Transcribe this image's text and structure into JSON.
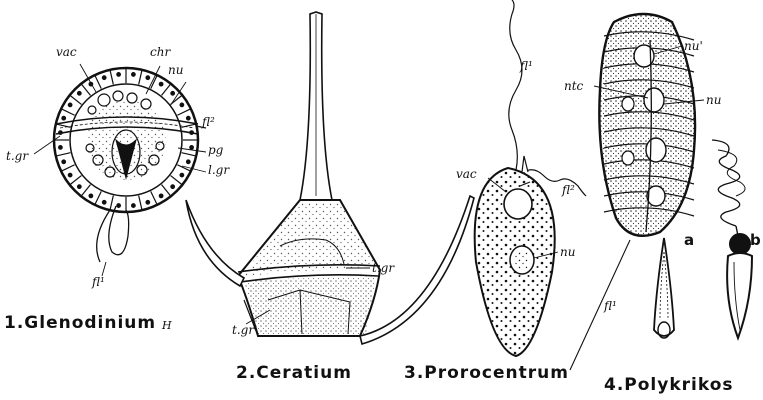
{
  "figure": {
    "organisms": [
      {
        "id": "glenodinium",
        "caption": "1.Glenodinium",
        "labels": {
          "vac": "vac",
          "chr": "chr",
          "nu": "nu",
          "fl2": "fl²",
          "t_gr": "t.gr",
          "pg": "pg",
          "l_gr": "l.gr",
          "fl1": "fl¹"
        }
      },
      {
        "id": "ceratium",
        "caption": "2.Ceratium",
        "labels": {
          "t_gr_top": "t.gr",
          "t_gr_bottom": "t.gr"
        }
      },
      {
        "id": "prorocentrum",
        "caption": "3.Prorocentrum",
        "labels": {
          "fl1_top": "fl¹",
          "vac": "vac",
          "fl2": "fl²",
          "nu": "nu"
        }
      },
      {
        "id": "polykrikos",
        "caption": "4.Polykrikos",
        "labels": {
          "nu_prime": "nu'",
          "ntc": "ntc",
          "nu": "nu",
          "fl1": "fl¹",
          "a": "a",
          "b": "b"
        }
      }
    ],
    "stray_mark": "H",
    "colors": {
      "ink": "#111111",
      "paper": "#ffffff"
    }
  }
}
